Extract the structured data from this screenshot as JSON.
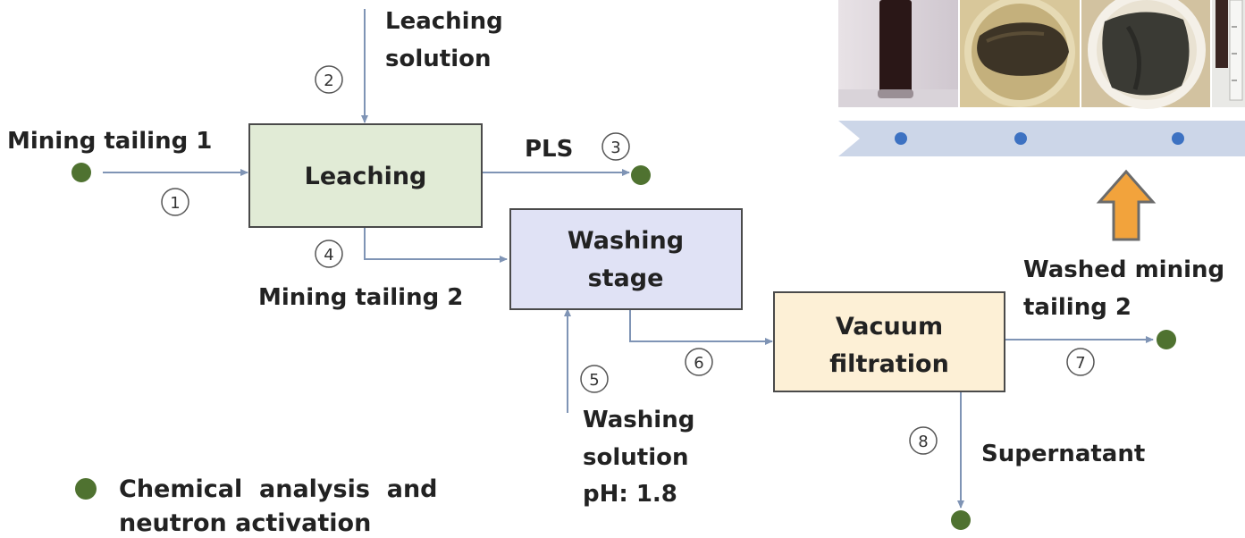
{
  "inputs": {
    "leaching_solution": [
      "Leaching",
      "solution"
    ],
    "mining_tailing_1": "Mining tailing 1",
    "washing_solution": [
      "Washing",
      "solution",
      "pH: 1.8"
    ]
  },
  "processes": {
    "leaching": [
      "Leaching"
    ],
    "washing": [
      "Washing",
      "stage"
    ],
    "vacuum": [
      "Vacuum",
      "filtration"
    ]
  },
  "outputs": {
    "pls": "PLS",
    "mining_tailing_2": "Mining tailing 2",
    "washed_tailing_2": [
      "Washed mining",
      "tailing 2"
    ],
    "supernatant": "Supernatant"
  },
  "streams": [
    "1",
    "2",
    "3",
    "4",
    "5",
    "6",
    "7",
    "8"
  ],
  "legend": {
    "text": [
      "Chemical  analysis  and",
      "neutron activation"
    ]
  },
  "colors": {
    "leaching_fill": "#e1ebd6",
    "washing_fill": "#e0e2f5",
    "vacuum_fill": "#fdf0d6",
    "box_border": "#4a4a4a",
    "arrow": "#7f94b5",
    "dot": "#4f7230",
    "timeline": "#ccd6e8",
    "timeline_dot": "#3d72c2",
    "up_arrow": "#f2a33c"
  }
}
